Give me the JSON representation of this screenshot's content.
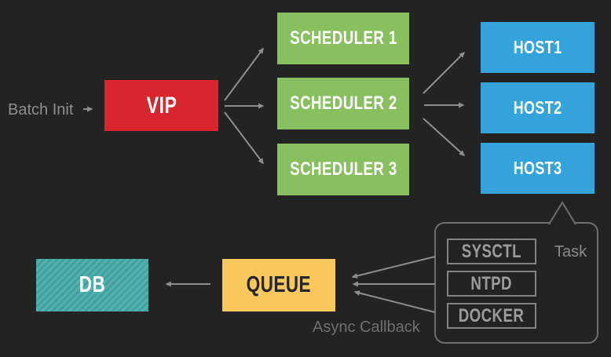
{
  "background_color": "#232323",
  "arrow_color": "#8e8e8e",
  "labels": {
    "batch_init": "Batch Init",
    "task": "Task",
    "async_callback": "Async Callback"
  },
  "nodes": {
    "vip": {
      "label": "VIP",
      "color": "#d9252e",
      "text_color": "#ffffff"
    },
    "queue": {
      "label": "QUEUE",
      "color": "#f8c85c",
      "text_color": "#26272b"
    },
    "db": {
      "label": "DB",
      "color": "#41a3a0",
      "stripe_color": "#55b1ad",
      "text_color": "#ffffff"
    }
  },
  "schedulers": [
    {
      "label": "SCHEDULER 1"
    },
    {
      "label": "SCHEDULER 2"
    },
    {
      "label": "SCHEDULER 3"
    }
  ],
  "scheduler_color": "#89c05f",
  "hosts": [
    {
      "label": "HOST1"
    },
    {
      "label": "HOST2"
    },
    {
      "label": "HOST3"
    }
  ],
  "host_color": "#35a3db",
  "task_items": [
    {
      "label": "SYSCTL"
    },
    {
      "label": "NTPD"
    },
    {
      "label": "DOCKER"
    }
  ],
  "flows": [
    "Batch Init -> VIP",
    "VIP -> SCHEDULER 1",
    "VIP -> SCHEDULER 2",
    "VIP -> SCHEDULER 3",
    "SCHEDULER 2 -> HOST1",
    "SCHEDULER 2 -> HOST2",
    "SCHEDULER 2 -> HOST3",
    "HOST3 -> Task panel",
    "SYSCTL -> QUEUE",
    "NTPD -> QUEUE",
    "DOCKER -> QUEUE",
    "QUEUE -> DB"
  ]
}
